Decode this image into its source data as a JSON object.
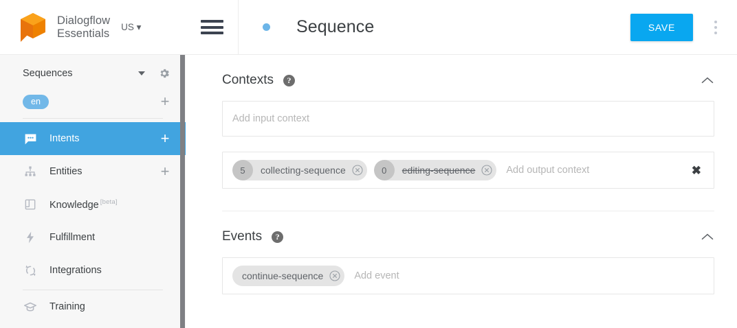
{
  "brand": {
    "name_line1": "Dialogflow",
    "name_line2": "Essentials",
    "region": "US",
    "logo_icon": "dialogflow-cube-logo",
    "region_caret_icon": "caret-down-icon"
  },
  "sidebar": {
    "agent": {
      "name": "Sequences",
      "dropdown_icon": "caret-down-icon",
      "settings_icon": "gear-icon"
    },
    "language": {
      "code": "en",
      "add_icon": "plus-icon"
    },
    "items": [
      {
        "label": "Intents",
        "icon": "speech-bubble-icon",
        "active": true,
        "has_add": true,
        "add_icon": "plus-icon"
      },
      {
        "label": "Entities",
        "icon": "hierarchy-icon",
        "active": false,
        "has_add": true,
        "add_icon": "plus-icon"
      },
      {
        "label": "Knowledge",
        "icon": "book-icon",
        "active": false,
        "has_add": false,
        "badge": "[beta]"
      },
      {
        "label": "Fulfillment",
        "icon": "lightning-bolt-icon",
        "active": false,
        "has_add": false
      },
      {
        "label": "Integrations",
        "icon": "sync-arrows-icon",
        "active": false,
        "has_add": false
      },
      {
        "label": "Training",
        "icon": "graduation-cap-icon",
        "active": false,
        "has_add": false
      }
    ],
    "scrollbar": "vertical-scrollbar"
  },
  "topbar": {
    "menu_icon": "hamburger-menu-icon",
    "status_dot": "blue-status-dot",
    "title": "Sequence",
    "save_label": "SAVE",
    "overflow_icon": "kebab-menu-icon"
  },
  "contexts": {
    "title": "Contexts",
    "help_icon": "help-circle-icon",
    "collapse_icon": "chevron-up-icon",
    "input_placeholder": "Add input context",
    "output_placeholder": "Add output context",
    "clear_icon": "close-x-icon",
    "output_chips": [
      {
        "lifespan": "5",
        "label": "collecting-sequence",
        "struck": false,
        "remove_icon": "circle-x-icon"
      },
      {
        "lifespan": "0",
        "label": "editing-sequence",
        "struck": true,
        "remove_icon": "circle-x-icon"
      }
    ]
  },
  "events": {
    "title": "Events",
    "help_icon": "help-circle-icon",
    "collapse_icon": "chevron-up-icon",
    "placeholder": "Add event",
    "chips": [
      {
        "label": "continue-sequence",
        "remove_icon": "circle-x-icon"
      }
    ]
  },
  "colors": {
    "accent_blue": "#09a7f0",
    "nav_active_blue": "#41a4e0",
    "lang_chip_blue": "#72b8e8",
    "logo_orange": "#f08f1c",
    "sidebar_bg": "#f7f7f7"
  }
}
